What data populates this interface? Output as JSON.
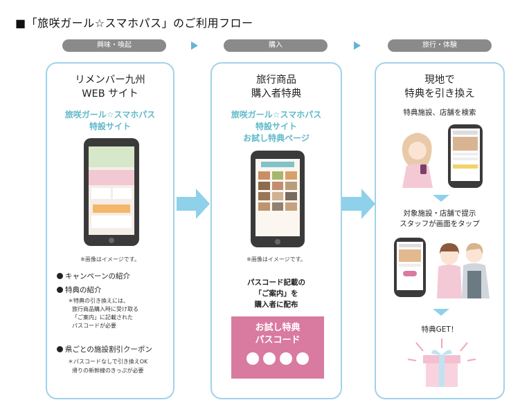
{
  "page_title": "■「旅咲ガール☆スマホパス」のご利用フロー",
  "stages": [
    {
      "label": "興味・喚起"
    },
    {
      "label": "購入"
    },
    {
      "label": "旅行・体験"
    }
  ],
  "card1": {
    "title_line1": "リメンバー九州",
    "title_line2": "WEB サイト",
    "teal_line1": "旅咲ガール☆スマホパス",
    "teal_line2": "特設サイト",
    "note": "※画像はイメージです。",
    "bullet1": "キャンペーンの紹介",
    "bullet2": "特典の紹介",
    "bullet2_sub1": "＊特典の引き換えには、",
    "bullet2_sub2": "旅行商品購入時に受け取る",
    "bullet2_sub3": "「ご案内」に記載された",
    "bullet2_sub4": "パスコードが必要",
    "bullet3": "県ごとの施設割引クーポン",
    "bullet3_sub1": "＊パスコードなしで引き換えOK",
    "bullet3_sub2": "帰りの新幹線のきっぷが必要"
  },
  "card2": {
    "title_line1": "旅行商品",
    "title_line2": "購入者特典",
    "teal_line1": "旅咲ガール☆スマホパス",
    "teal_line2": "特設サイト",
    "teal_line3": "お試し特典ページ",
    "note": "※画像はイメージです。",
    "bold_line1": "パスコード記載の",
    "bold_line2": "「ご案内」を",
    "bold_line3": "購入者に配布",
    "box_line1": "お試し特典",
    "box_line2": "パスコード"
  },
  "card3": {
    "title_line1": "現地で",
    "title_line2": "特典を引き換え",
    "step1": "特典施設、店舗を検索",
    "step2_line1": "対象施設・店舗で提示",
    "step2_line2": "スタッフが画面をタップ",
    "step3": "特典GET！"
  },
  "colors": {
    "accent_blue": "#63b4d6",
    "card_border": "#9fd2ea",
    "teal_text": "#5fb9c9",
    "pink": "#d97aa0",
    "pill_gray": "#8a8a8a"
  }
}
